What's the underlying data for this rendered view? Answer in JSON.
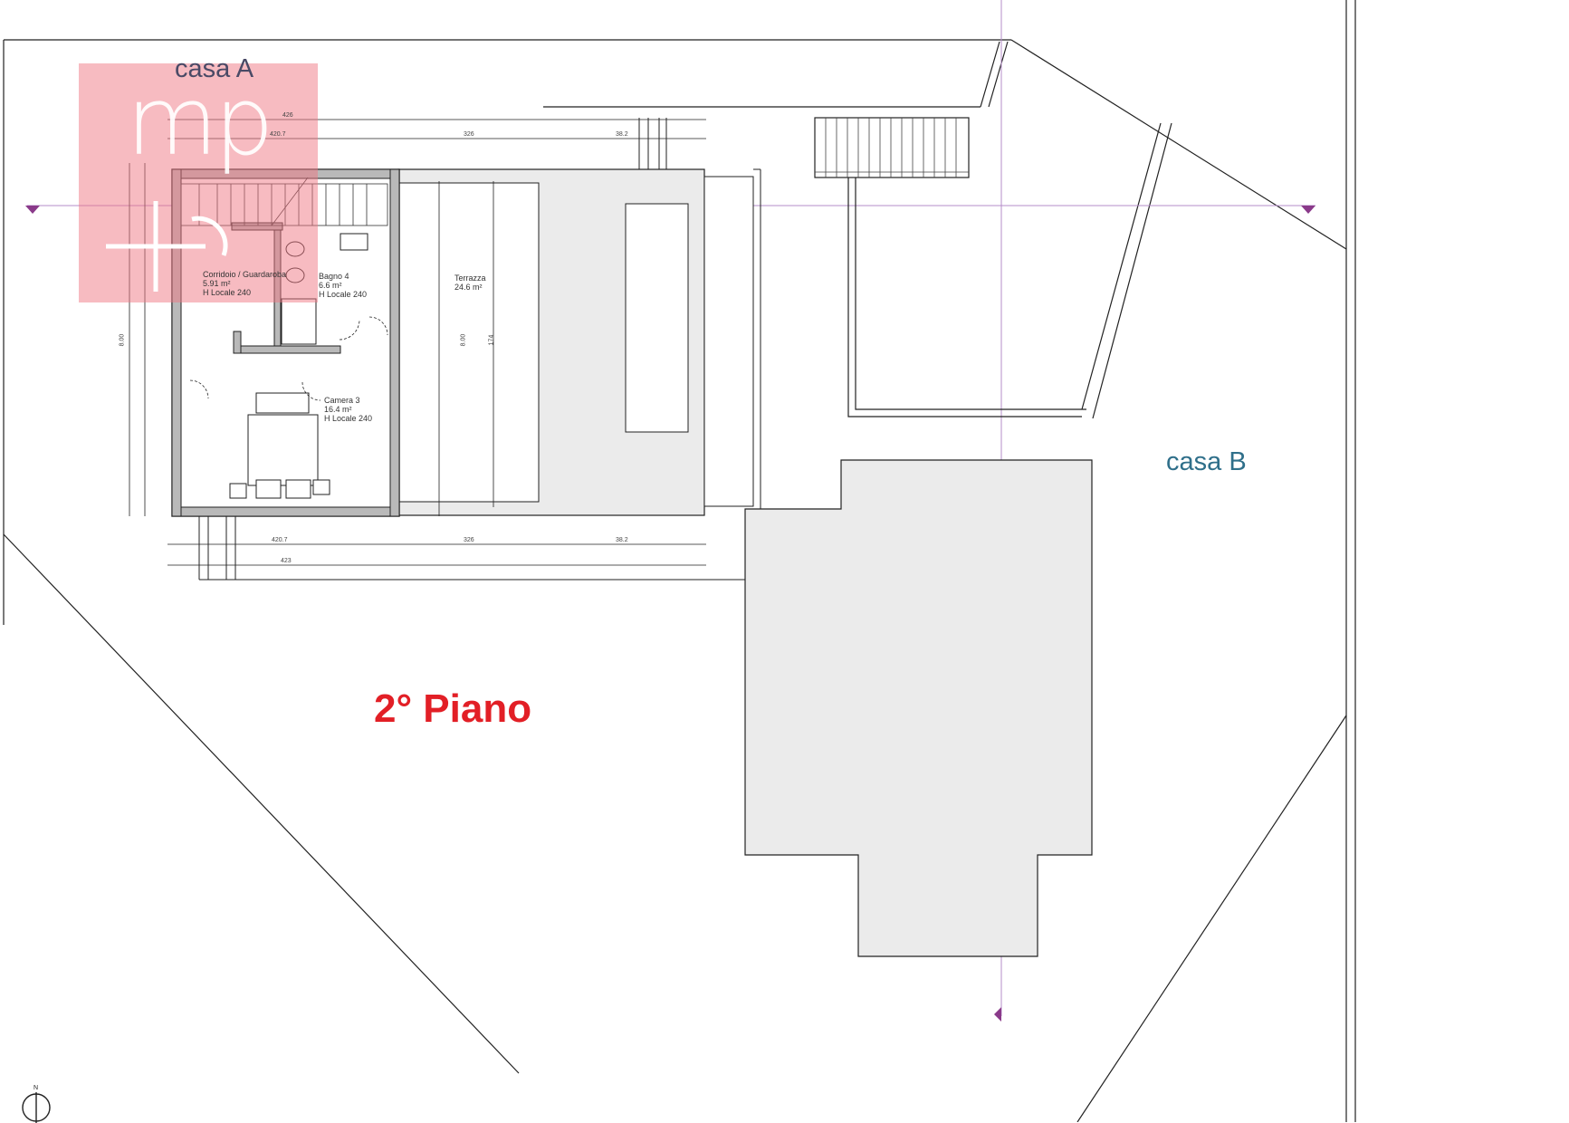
{
  "labels": {
    "house_a": "casa A",
    "house_b": "casa B",
    "floor_title": "2° Piano"
  },
  "rooms": {
    "corridor_name": "Corridoio / Guardaroba",
    "corridor_area": "5.91 m²",
    "corridor_height": "H Locale 240",
    "bath_name": "Bagno 4",
    "bath_area": "6.6 m²",
    "bath_height": "H Locale 240",
    "bedroom_name": "Camera 3",
    "bedroom_area": "16.4 m²",
    "bedroom_height": "H Locale 240",
    "terrace_name": "Terrazza",
    "terrace_area": "24.6 m²"
  },
  "dimensions": {
    "top_overall": "426",
    "top_left": "420.7",
    "top_mid": "326",
    "top_right": "38.2",
    "bottom_left": "420.7",
    "bottom_mid": "326",
    "bottom_right": "38.2",
    "bottom_overall": "423",
    "left_height": "8.00",
    "terrace_height": "8.00",
    "terrace_depth": "174"
  },
  "logo": {
    "text": "mp"
  },
  "colors": {
    "background": "#ffffff",
    "plan_line": "#222222",
    "roof_fill": "#ebebeb",
    "axis_line": "#b48cc8",
    "marker": "#8a3a8a",
    "house_a": "#4a4a66",
    "house_b": "#2f6f8a",
    "title": "#e21f26",
    "logo_fill": "#f07884"
  },
  "icons": {
    "north_arrow": "north-arrow-icon",
    "section_marker": "section-marker-icon"
  }
}
